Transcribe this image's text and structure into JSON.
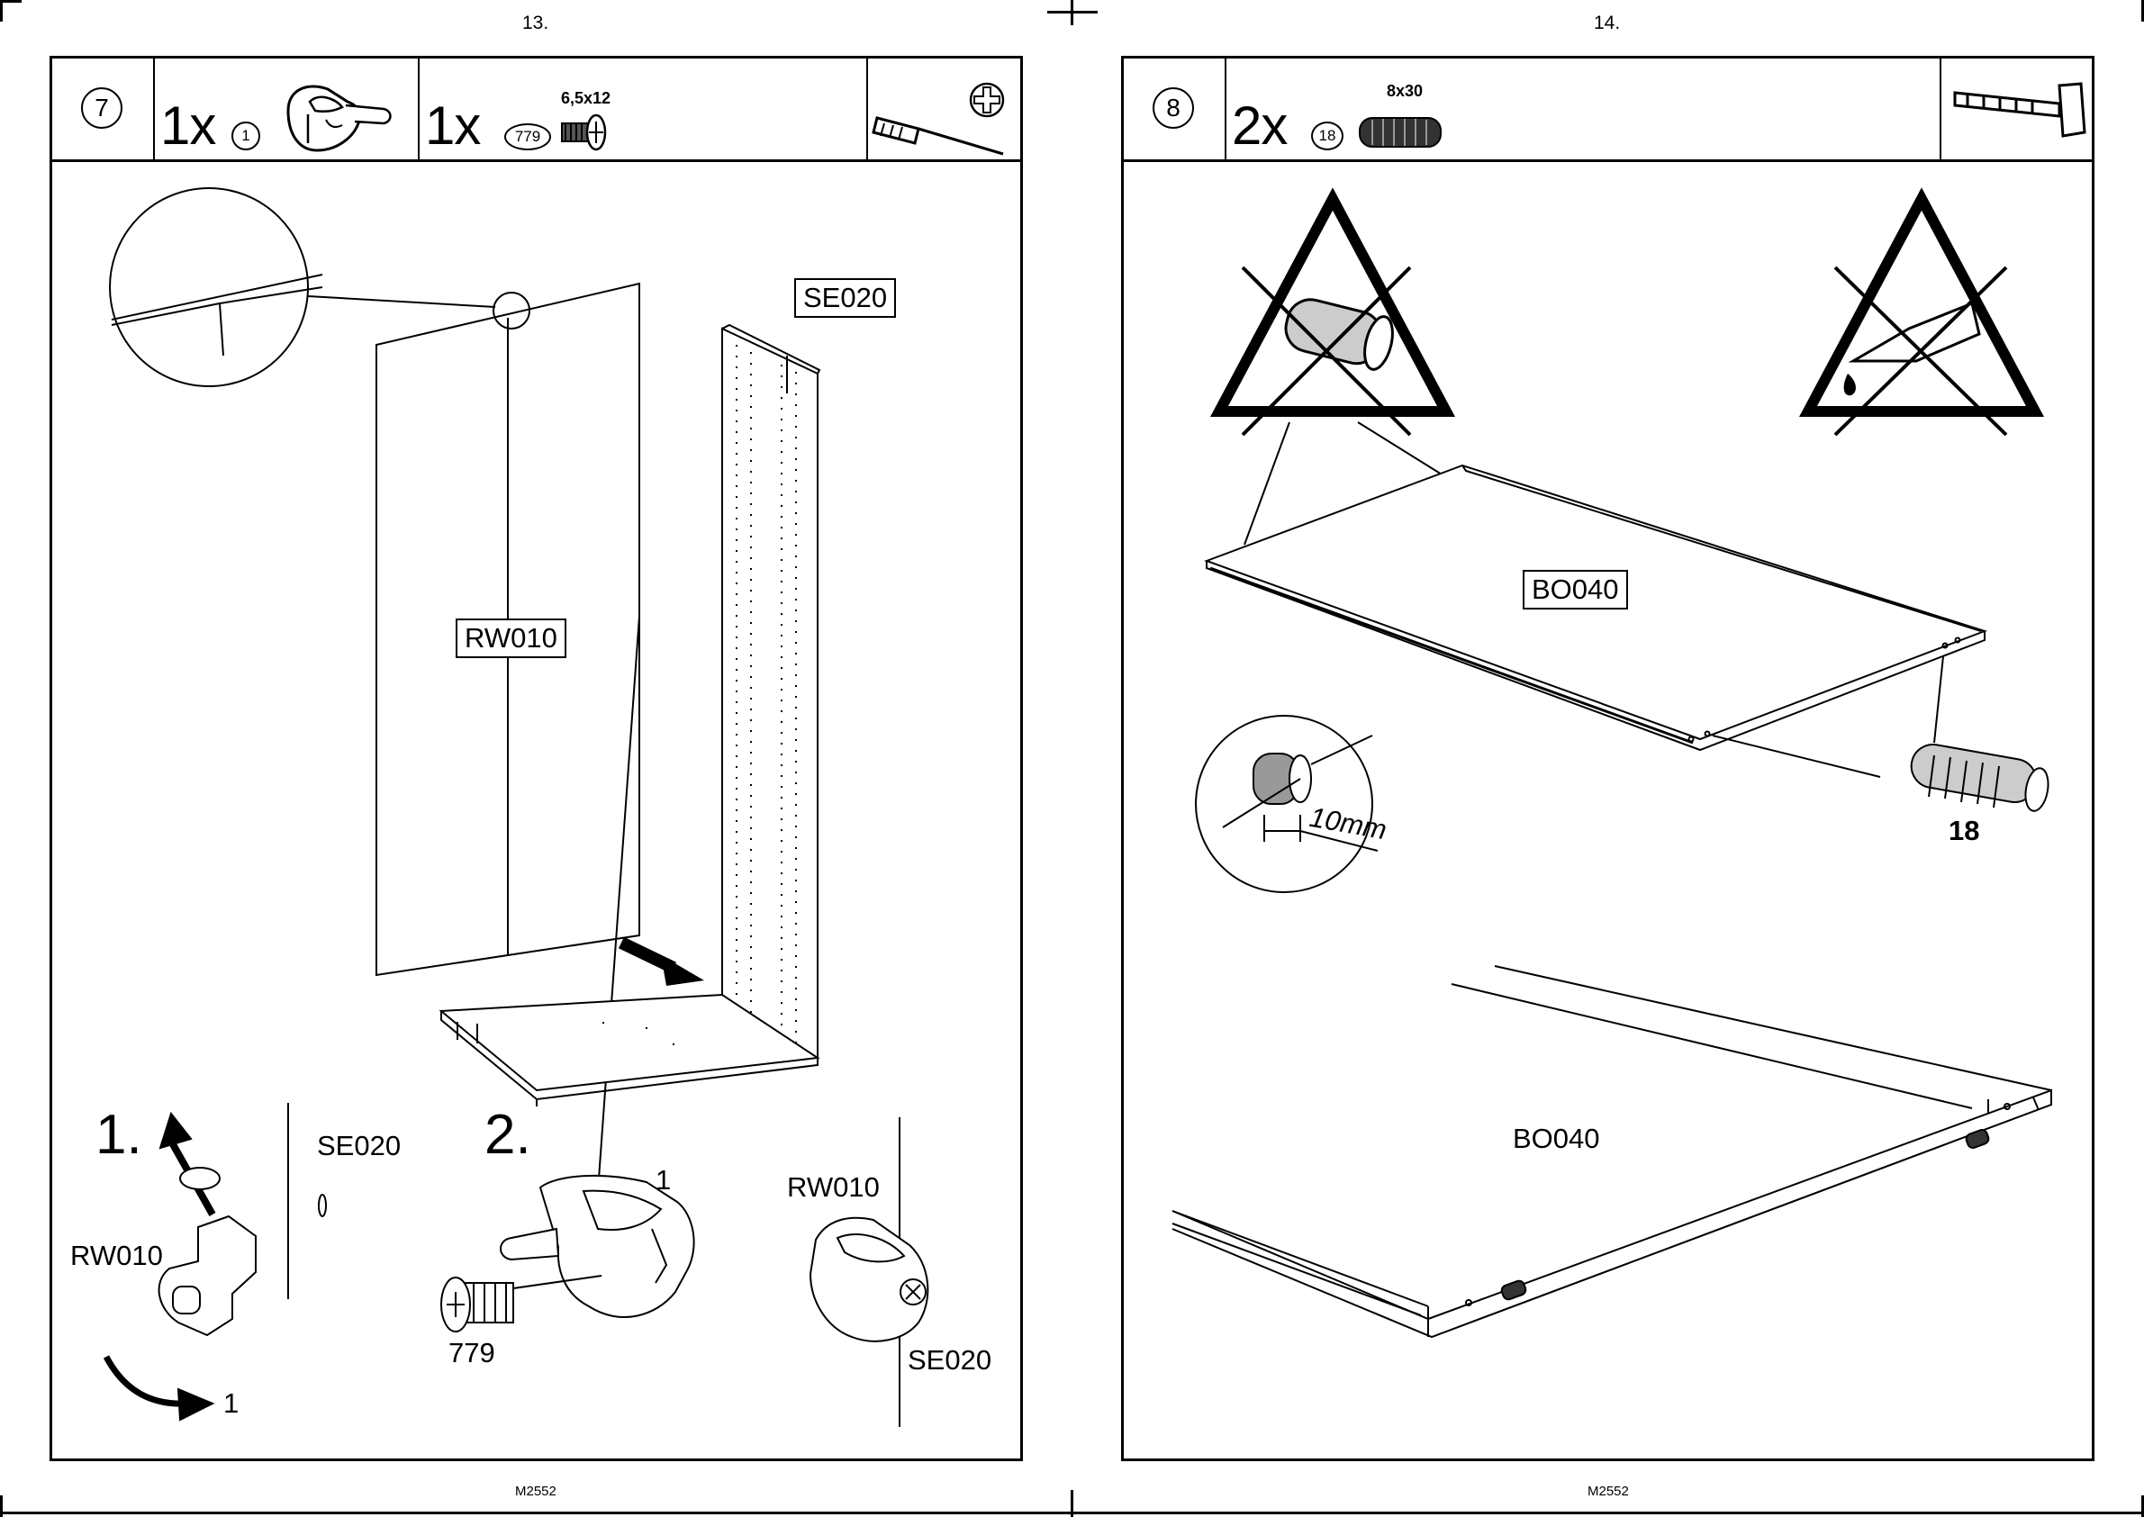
{
  "left_page": {
    "page_number": "13.",
    "footer_code": "M2552",
    "step": {
      "number": "7",
      "parts": [
        {
          "quantity": "1x",
          "part_id": "1",
          "icon": "cam-connector-icon"
        },
        {
          "quantity": "1x",
          "part_id": "779",
          "dimension": "6,5x12",
          "icon": "screw-icon"
        }
      ],
      "tools": [
        "screwdriver-icon",
        "phillips-head-icon"
      ]
    },
    "labels": {
      "back_panel": "RW010",
      "side_panel": "SE020",
      "sub_step_1": "1.",
      "sub_step_2": "2.",
      "detail1_se020": "SE020",
      "detail1_rw010": "RW010",
      "detail1_part": "1",
      "detail2_part": "1",
      "detail2_screw": "779",
      "detail3_rw010": "RW010",
      "detail3_se020": "SE020"
    }
  },
  "right_page": {
    "page_number": "14.",
    "footer_code": "M2552",
    "step": {
      "number": "8",
      "parts": [
        {
          "quantity": "2x",
          "part_id": "18",
          "dimension": "8x30",
          "icon": "dowel-icon"
        }
      ],
      "tools": [
        "hammer-icon"
      ]
    },
    "labels": {
      "shelf_top": "BO040",
      "shelf_bottom": "BO040",
      "dowel_part": "18",
      "measurement": "10mm"
    },
    "warnings": [
      "no-hammer-on-dowel-warning-icon",
      "no-glue-warning-icon"
    ]
  }
}
